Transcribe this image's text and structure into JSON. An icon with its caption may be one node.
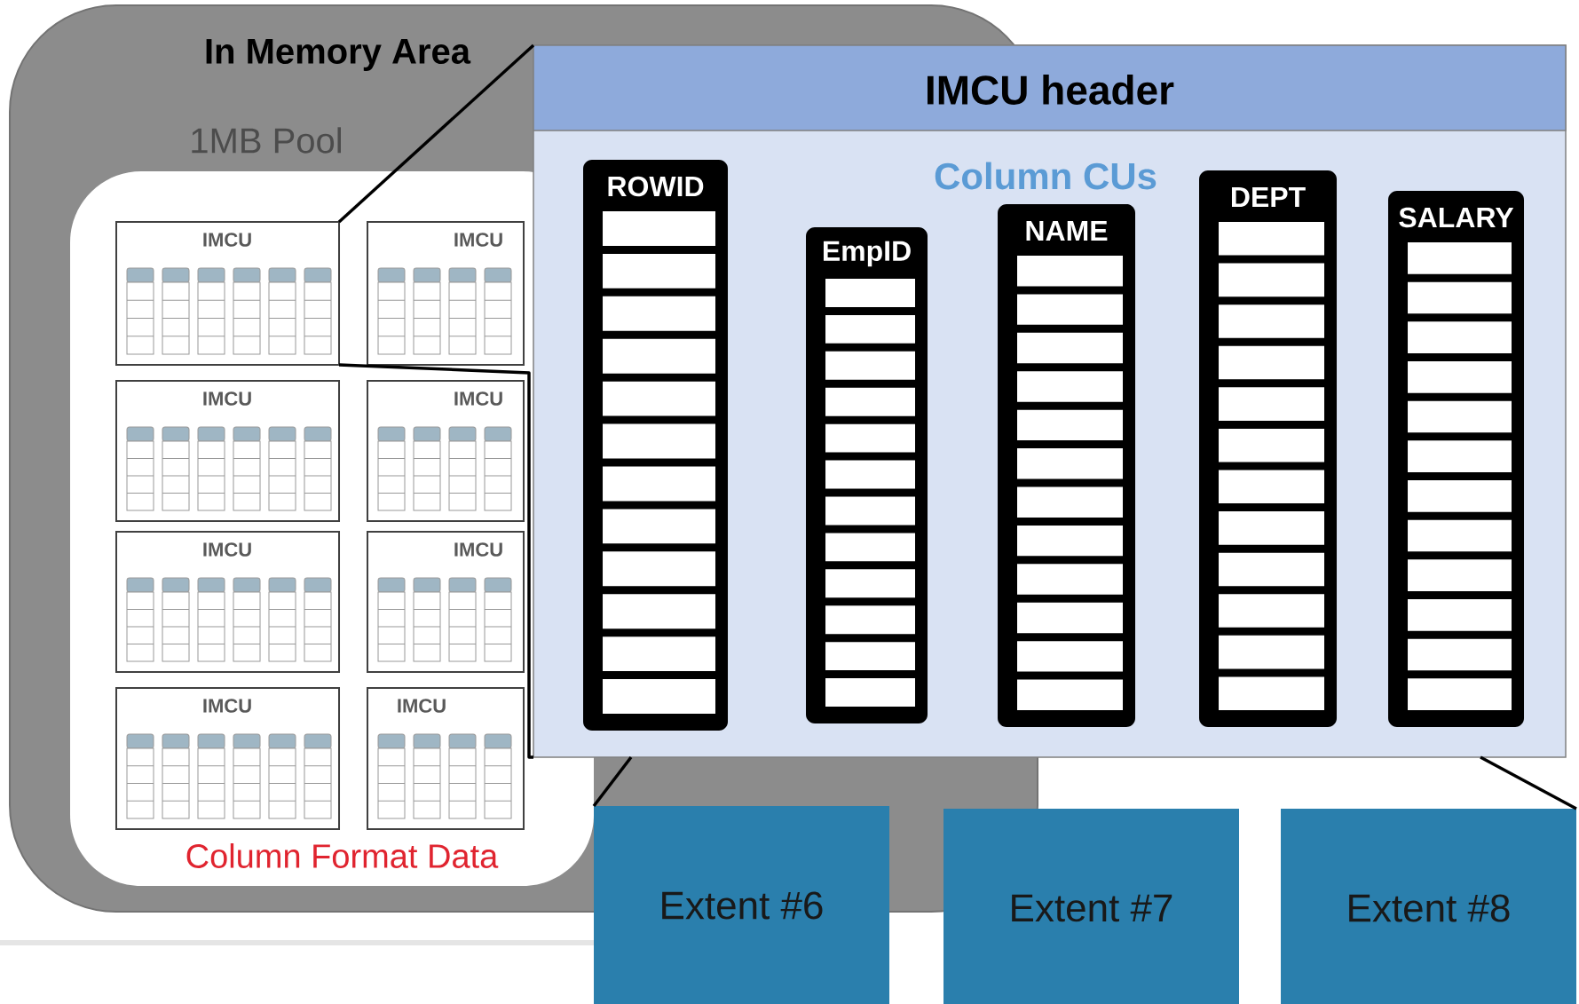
{
  "diagram": {
    "nodes": [
      {
        "text": [
          "In Memory Area"
        ]
      },
      {
        "text": [
          "1MB Pool",
          "Column Format Data"
        ],
        "in": 0
      },
      {
        "text": [
          "IMCU"
        ],
        "in": 1
      },
      {
        "text": [
          "IMCU"
        ],
        "in": 1
      },
      {
        "text": [
          "IMCU"
        ],
        "in": 1
      },
      {
        "text": [
          "IMCU"
        ],
        "in": 1
      },
      {
        "text": [
          "IMCU"
        ],
        "in": 1
      },
      {
        "text": [
          "IMCU"
        ],
        "in": 1
      },
      {
        "text": [
          "IMCU"
        ],
        "in": 1
      },
      {
        "text": [
          "IMCU"
        ],
        "in": 1
      },
      {
        "text": [
          "IMCU header",
          "Column CUs"
        ]
      },
      {
        "text": [
          "ROWID"
        ]
      },
      {
        "text": [
          "EmpID"
        ]
      },
      {
        "text": [
          "NAME"
        ],
        "in": 10
      },
      {
        "text": [
          "DEPT"
        ],
        "in": 10
      },
      {
        "text": [
          "SALARY"
        ],
        "in": 10
      },
      {
        "text": [
          "Extent #6"
        ]
      },
      {
        "text": [
          "Extent #7"
        ]
      },
      {
        "text": [
          "Extent #8"
        ]
      }
    ],
    "edges": [
      {
        "from": 2,
        "to": 10,
        "arrow": "none"
      },
      {
        "from": 2,
        "to": 10,
        "arrow": "none"
      },
      {
        "from": 10,
        "to": 16,
        "arrow": "none"
      },
      {
        "from": 10,
        "to": 18,
        "arrow": "none"
      }
    ]
  }
}
